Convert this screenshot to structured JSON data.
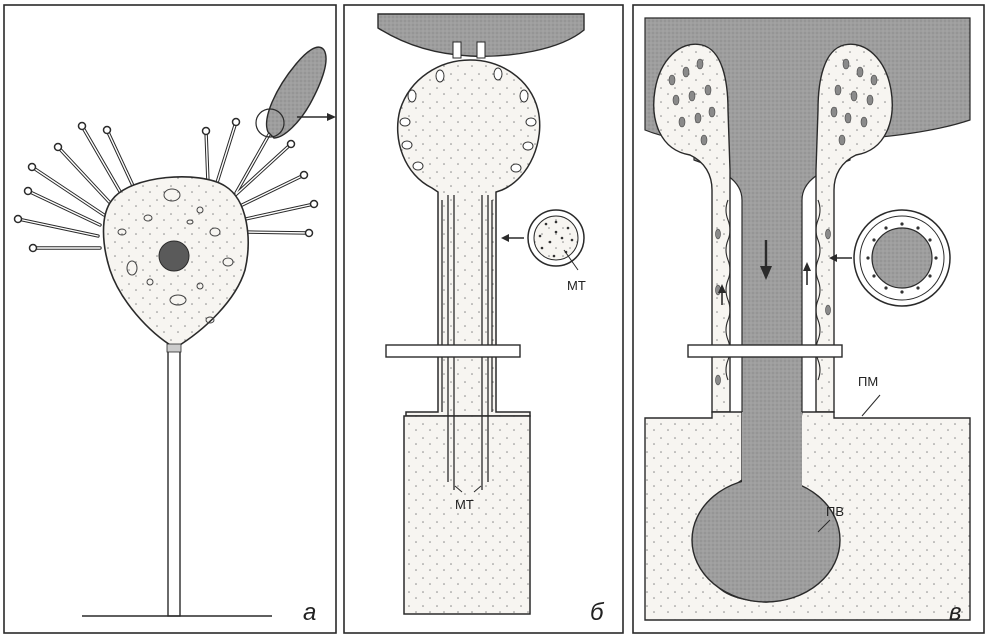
{
  "panels": [
    {
      "id": "a",
      "letter": "а"
    },
    {
      "id": "b",
      "letter": "б"
    },
    {
      "id": "v",
      "letter": "в"
    }
  ],
  "labels": {
    "mt_inset": "МТ",
    "mt_bottom": "МТ",
    "pm": "ПМ",
    "pv": "ПВ"
  },
  "colors": {
    "line": "#2a2a2a",
    "cell_fill": "#f4f2ee",
    "nucleus": "#5a5a5a",
    "prey_fill": "#9a9a9a",
    "dense_fill": "#9c9c9c"
  }
}
